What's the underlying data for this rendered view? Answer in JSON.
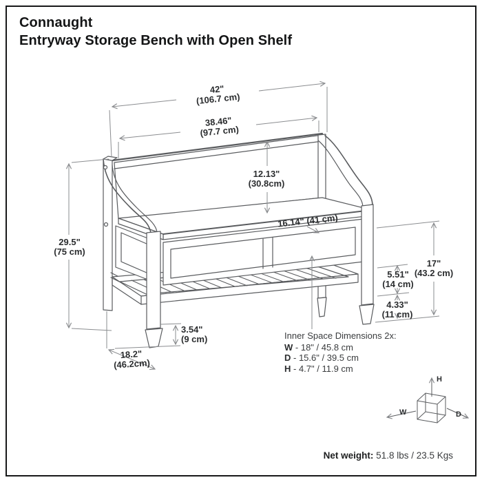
{
  "header": {
    "brand": "Connaught",
    "product": "Entryway Storage Bench with Open Shelf"
  },
  "dims": {
    "overall_width_in": "42\"",
    "overall_width_cm": "(106.7 cm)",
    "back_width_in": "38.46\"",
    "back_width_cm": "(97.7 cm)",
    "backrest_height_in": "12.13\"",
    "backrest_height_cm": "(30.8cm)",
    "seat_depth": "16.14\" (41 cm)",
    "overall_height_in": "29.5\"",
    "overall_height_cm": "(75 cm)",
    "seat_height_in": "17\"",
    "seat_height_cm": "(43.2 cm)",
    "clearance_height_in": "5.51\"",
    "clearance_height_cm": "(14 cm)",
    "shelf_height_in": "4.33\"",
    "shelf_height_cm": "(11 cm)",
    "leg_height_in": "3.54\"",
    "leg_height_cm": "(9 cm)",
    "overall_depth_in": "18.2\"",
    "overall_depth_cm": "(46.2cm)"
  },
  "inner_space": {
    "heading": "Inner Space Dimensions 2x:",
    "rows": [
      {
        "k": "W",
        "v": "- 18\" / 45.8 cm"
      },
      {
        "k": "D",
        "v": "- 15.6\" / 39.5 cm"
      },
      {
        "k": "H",
        "v": "- 4.7\" / 11.9 cm"
      }
    ]
  },
  "cube": {
    "w": "W",
    "d": "D",
    "h": "H"
  },
  "footer": {
    "net_weight_label": "Net weight:",
    "net_weight_value": "51.8 lbs / 23.5 Kgs"
  }
}
